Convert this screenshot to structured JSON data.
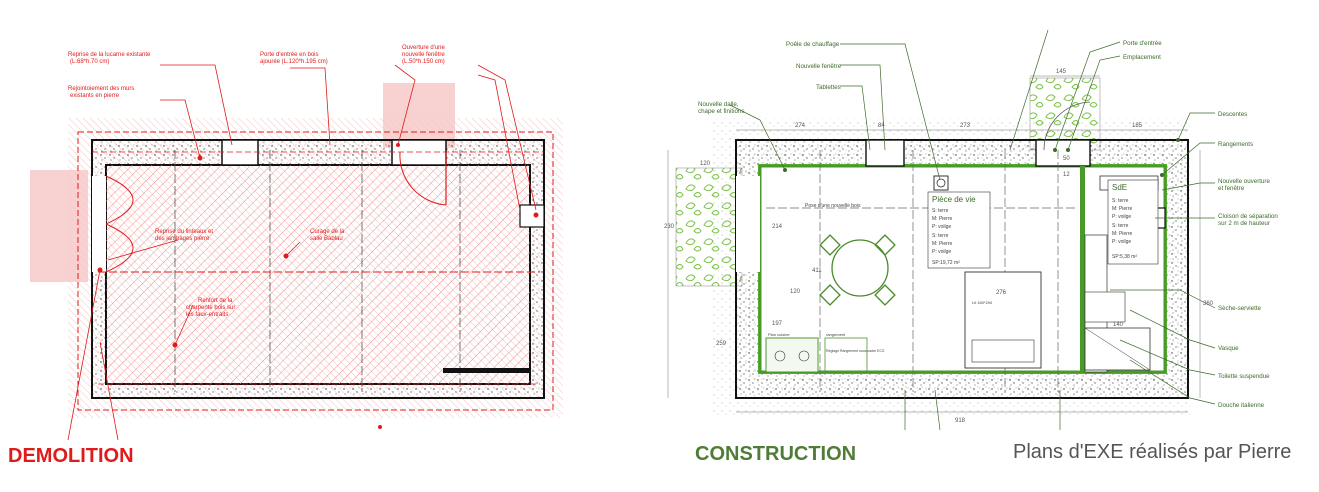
{
  "demolition": {
    "title": "DEMOLITION",
    "labels": [
      "Reprise de la lucarne existante",
      "(L.68*h.70 cm)",
      "Rejointoiement des murs",
      "existants en pierre",
      "Porte d'entrée en bois",
      "ajourée (L.120*h.195 cm)",
      "Ouverture d'une",
      "nouvelle fenêtre",
      "(L.50*h.150 cm)",
      "Reprise du linteaux et",
      "des jambages pierre",
      "Curage de la",
      "salle Bablau",
      "Renfort de la",
      "charpente bois sur",
      "les faux-entraits"
    ]
  },
  "construction": {
    "title": "CONSTRUCTION",
    "labels_left": [
      "Poêle de chauffage",
      "Nouvelle fenêtre",
      "Tablettes",
      "Nouvelle dalle,",
      "chape et finitions"
    ],
    "labels_top": [
      "Porte d'entrée",
      "Emplacement"
    ],
    "labels_right": [
      "Descentes",
      "Rangements",
      "Nouvelle ouverture",
      "et fenêtre",
      "Cloison de séparation",
      "sur 2 m de hauteur",
      "Sèche-serviette",
      "Vasque",
      "Toilette suspendue",
      "Douche italienne"
    ],
    "inner": {
      "room_main": "Pièce de vie",
      "room_main_lines": [
        "S: terre",
        "M: Pierre",
        "P: voilge",
        "S: terre",
        "M: Pierre",
        "P: voilge"
      ],
      "room_main_area": "SP:19,72 m²",
      "room_sde": "SdE",
      "room_sde_lines": [
        "S: terre",
        "M: Pierre",
        "P: voilge",
        "S: terre",
        "M: Pierre",
        "P: voilge"
      ],
      "room_sde_area": "SP:5,38 m²",
      "beam": "Pose d'une nouvelle bois",
      "bed": "Lit 160*200",
      "kitchen": "Plan cuisine",
      "storage": "rangement",
      "storage_note": "Réglage Rangement sous cadre ECS"
    },
    "dims": {
      "top": [
        "274",
        "84",
        "273",
        "185"
      ],
      "top_upper": "145",
      "bottom": "918",
      "left": [
        "120",
        "230",
        "259"
      ],
      "right": "360",
      "inner": [
        "120",
        "214",
        "411",
        "197",
        "276",
        "140",
        "50",
        "12"
      ]
    }
  },
  "credit": "Plans d'EXE réalisés par Pierre"
}
